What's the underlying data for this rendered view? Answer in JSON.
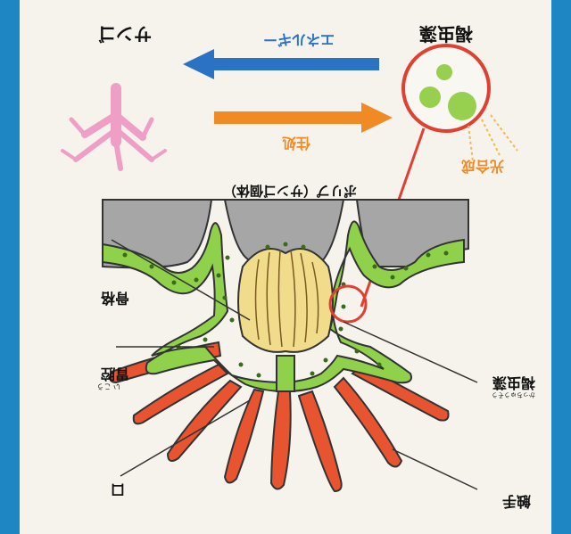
{
  "labels": {
    "coral": "サンゴ",
    "zooxanthellae": "褐虫藻",
    "energy": "エネルギー",
    "habitat": "住処",
    "photosynthesis": "光合成",
    "polyp": "ポリプ（サンゴ個体）",
    "skeleton": "骨格",
    "stomach": "胃腔",
    "stomach_ruby": "い こう",
    "zoox_bottom": "褐虫藻",
    "zoox_bottom_ruby": "かっちゅうそう",
    "mouth": "口",
    "tentacle": "触手"
  },
  "colors": {
    "background_border": "#1f86c4",
    "paper": "#f6f3ec",
    "energy_arrow": "#2a72c4",
    "habitat_arrow": "#f08a24",
    "tissue_green": "#8fd14a",
    "skeleton_gray": "#a6a6a6",
    "tentacle_red": "#e2442b",
    "highlight_red": "#e04032",
    "coral_pink": "#ef9fc6"
  }
}
